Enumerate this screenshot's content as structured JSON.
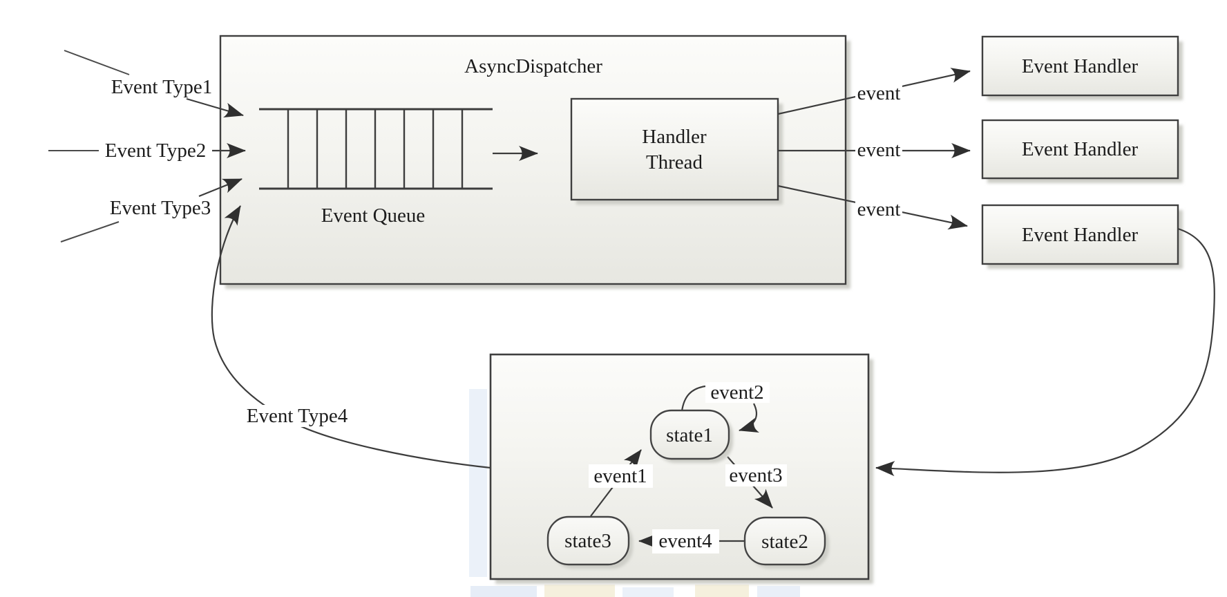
{
  "colors": {
    "line": "#3c3c3c",
    "text": "#1c1c1c",
    "box_border": "#3f3f3f",
    "box_fill_top": "#fcfcfa",
    "box_fill_bottom": "#e7e7e1",
    "node_fill_top": "#fafaf8",
    "node_fill_bottom": "#e9e9e3",
    "shadow": "#cdcec7",
    "arrow": "#2f2f2f",
    "label_chip": "#ffffff",
    "watermark_blue": "#dbe5f4",
    "watermark_cream": "#f2ecd4"
  },
  "dispatcher": {
    "title": "AsyncDispatcher",
    "queue_label": "Event Queue",
    "thread_label_line1": "Handler",
    "thread_label_line2": "Thread"
  },
  "inputs": {
    "type1": "Event Type1",
    "type2": "Event Type2",
    "type3": "Event Type3",
    "type4": "Event Type4"
  },
  "outputs": {
    "event_labels": [
      "event",
      "event",
      "event"
    ],
    "handlers": [
      "Event Handler",
      "Event Handler",
      "Event Handler"
    ]
  },
  "state_machine": {
    "states": [
      "state1",
      "state2",
      "state3"
    ],
    "transitions": [
      "event1",
      "event2",
      "event3",
      "event4"
    ]
  }
}
